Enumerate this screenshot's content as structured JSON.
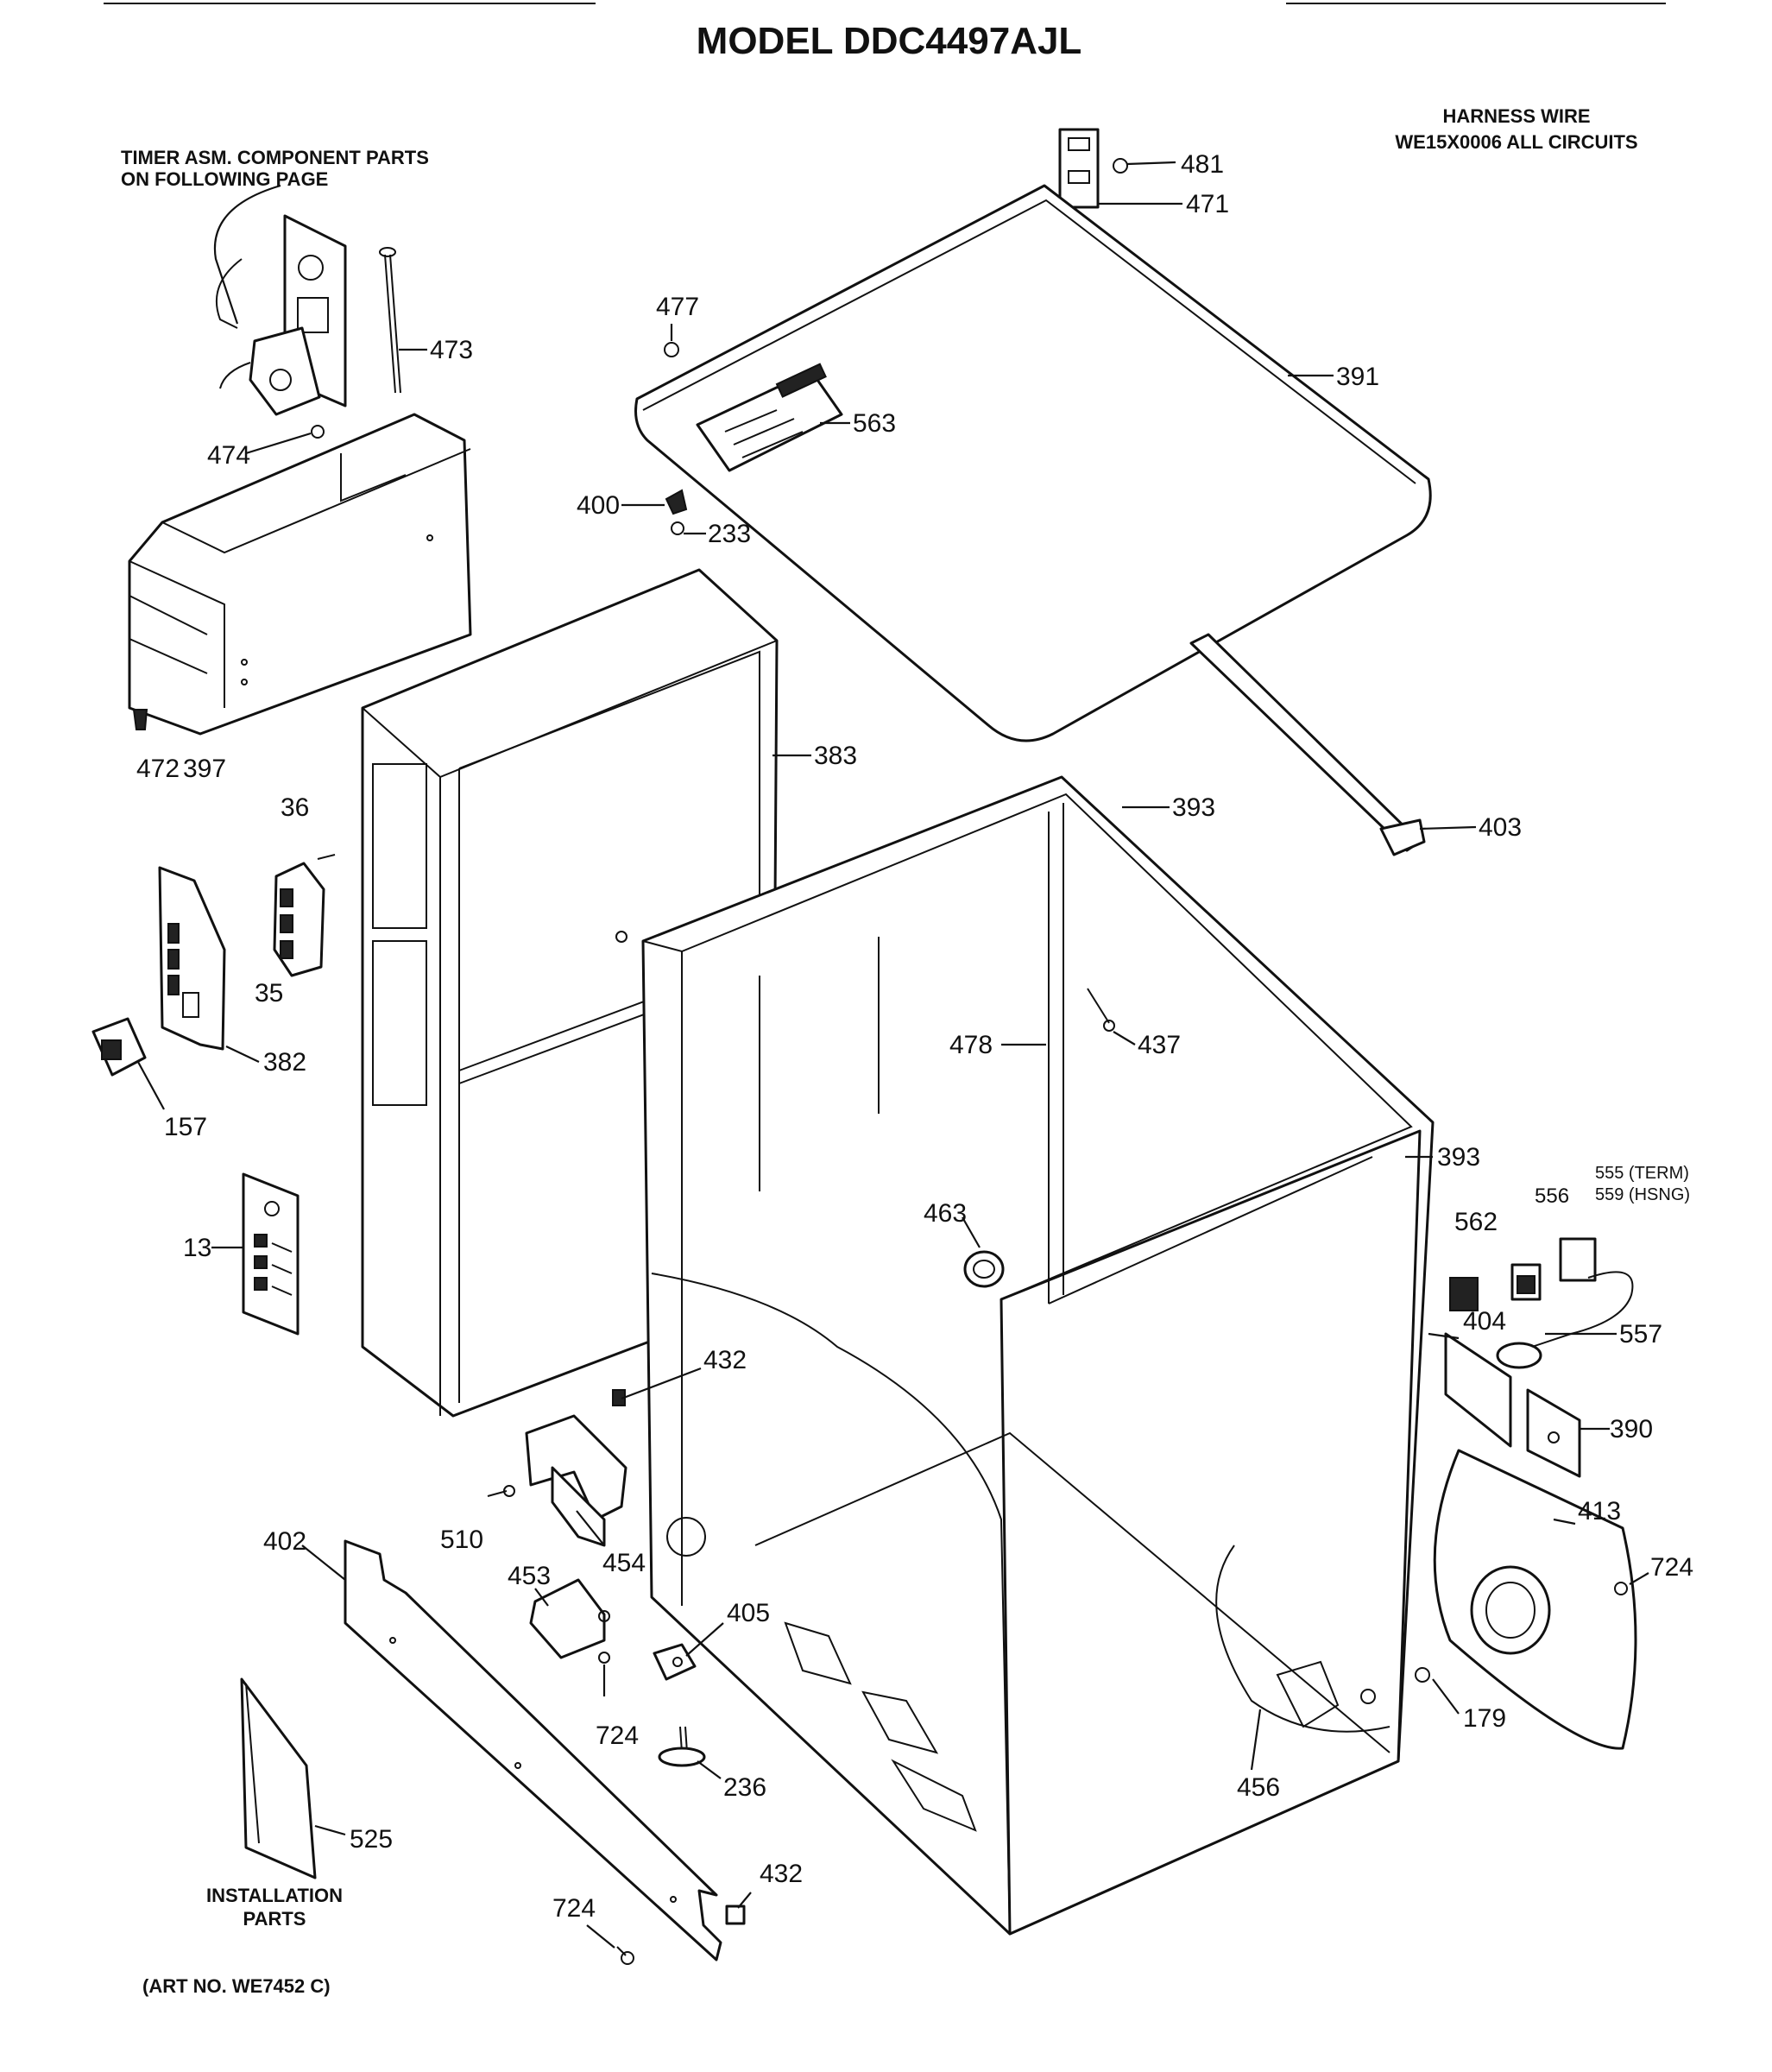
{
  "title": "MODEL DDC4497AJL",
  "notes": {
    "harness_line1": "HARNESS WIRE",
    "harness_line2": "WE15X0006 ALL CIRCUITS",
    "timer_line1": "TIMER ASM. COMPONENT PARTS",
    "timer_line2": "ON FOLLOWING PAGE",
    "install_line1": "INSTALLATION",
    "install_line2": "PARTS",
    "art_no": "(ART NO. WE7452 C)"
  },
  "callouts": [
    {
      "id": "481",
      "label": "481"
    },
    {
      "id": "471",
      "label": "471"
    },
    {
      "id": "473",
      "label": "473"
    },
    {
      "id": "477",
      "label": "477"
    },
    {
      "id": "391",
      "label": "391"
    },
    {
      "id": "563",
      "label": "563"
    },
    {
      "id": "474",
      "label": "474"
    },
    {
      "id": "400",
      "label": "400"
    },
    {
      "id": "233",
      "label": "233"
    },
    {
      "id": "472",
      "label": "472"
    },
    {
      "id": "397",
      "label": "397"
    },
    {
      "id": "383",
      "label": "383"
    },
    {
      "id": "36",
      "label": "36"
    },
    {
      "id": "35",
      "label": "35"
    },
    {
      "id": "393a",
      "label": "393"
    },
    {
      "id": "403",
      "label": "403"
    },
    {
      "id": "382",
      "label": "382"
    },
    {
      "id": "157",
      "label": "157"
    },
    {
      "id": "437",
      "label": "437"
    },
    {
      "id": "478",
      "label": "478"
    },
    {
      "id": "393b",
      "label": "393"
    },
    {
      "id": "13",
      "label": "13"
    },
    {
      "id": "463",
      "label": "463"
    },
    {
      "id": "562",
      "label": "562"
    },
    {
      "id": "556",
      "label": "556"
    },
    {
      "id": "555",
      "label": "555 (TERM)"
    },
    {
      "id": "559",
      "label": "559 (HSNG)"
    },
    {
      "id": "404",
      "label": "404"
    },
    {
      "id": "557",
      "label": "557"
    },
    {
      "id": "432a",
      "label": "432"
    },
    {
      "id": "390",
      "label": "390"
    },
    {
      "id": "413",
      "label": "413"
    },
    {
      "id": "724a",
      "label": "724"
    },
    {
      "id": "510",
      "label": "510"
    },
    {
      "id": "454",
      "label": "454"
    },
    {
      "id": "402",
      "label": "402"
    },
    {
      "id": "453",
      "label": "453"
    },
    {
      "id": "405",
      "label": "405"
    },
    {
      "id": "179",
      "label": "179"
    },
    {
      "id": "724b",
      "label": "724"
    },
    {
      "id": "236",
      "label": "236"
    },
    {
      "id": "456",
      "label": "456"
    },
    {
      "id": "525",
      "label": "525"
    },
    {
      "id": "432b",
      "label": "432"
    },
    {
      "id": "724c",
      "label": "724"
    }
  ]
}
